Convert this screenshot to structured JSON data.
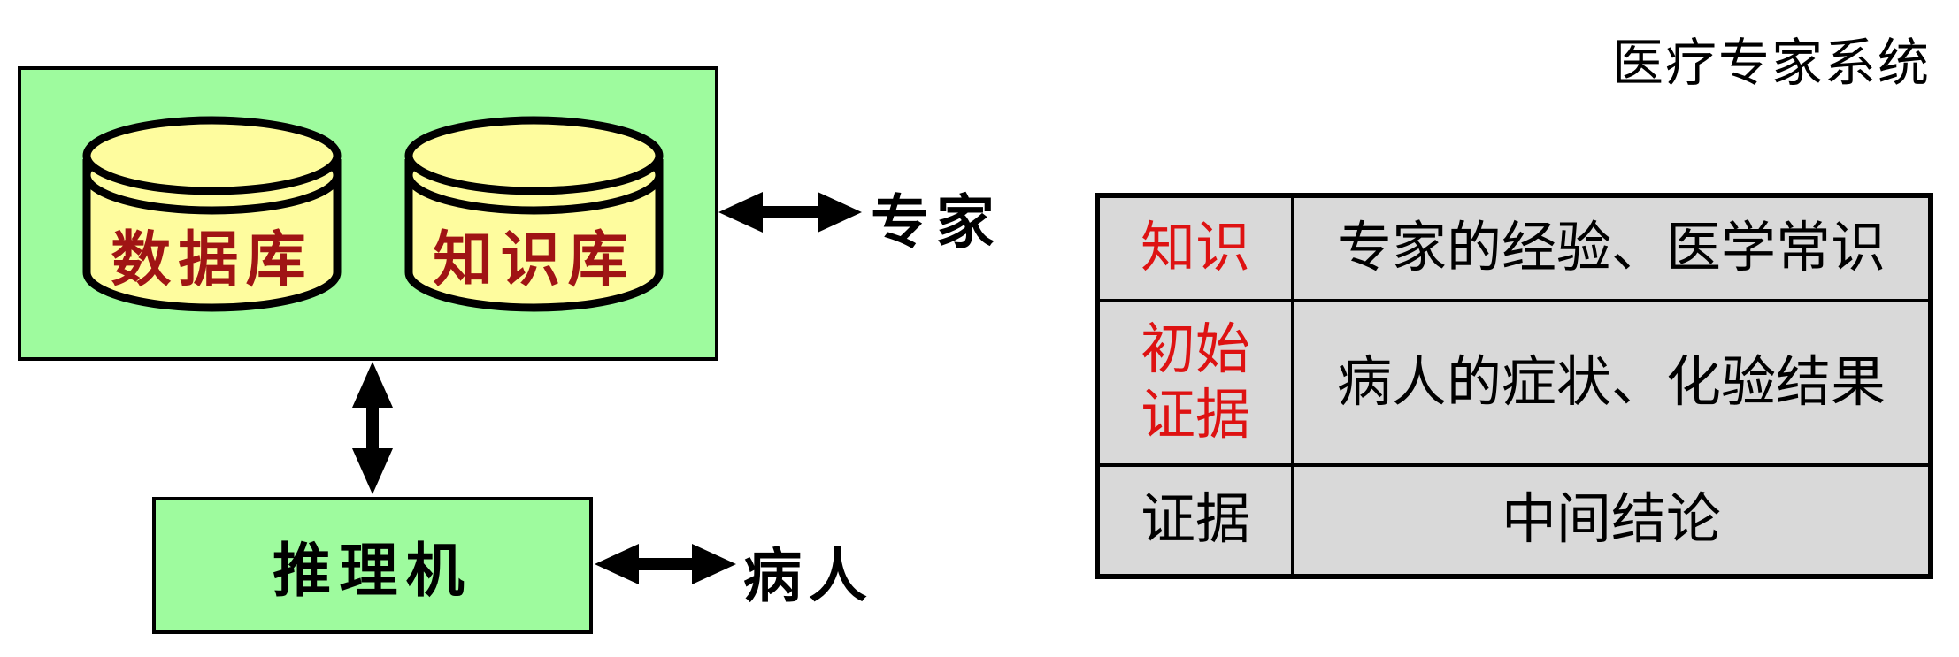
{
  "title": "医疗专家系统",
  "diagram": {
    "storage_box": {
      "database_label": "数据库",
      "knowledge_base_label": "知识库"
    },
    "inference_engine_label": "推理机",
    "expert_label": "专家",
    "patient_label": "病人",
    "arrows": [
      {
        "name": "storage-expert",
        "type": "double-headed",
        "direction": "horizontal"
      },
      {
        "name": "storage-engine",
        "type": "double-headed",
        "direction": "vertical"
      },
      {
        "name": "engine-patient",
        "type": "double-headed",
        "direction": "horizontal"
      }
    ]
  },
  "table": {
    "rows": [
      {
        "term": "知识",
        "term_color": "#DE1212",
        "definition": "专家的经验、医学常识"
      },
      {
        "term": "初始证据",
        "term_line1": "初始",
        "term_line2": "证据",
        "term_color": "#DE1212",
        "definition": "病人的症状、化验结果"
      },
      {
        "term": "证据",
        "term_color": "#000000",
        "definition": "中间结论"
      }
    ]
  },
  "colors": {
    "box_green": "#9EFB9E",
    "cylinder_yellow": "#FEFC9E",
    "cylinder_text_dark_red": "#A01414",
    "table_term_red": "#DE1212",
    "table_background_gray": "#D9D9D9",
    "outline_black": "#000000",
    "page_background": "#FFFFFF"
  }
}
